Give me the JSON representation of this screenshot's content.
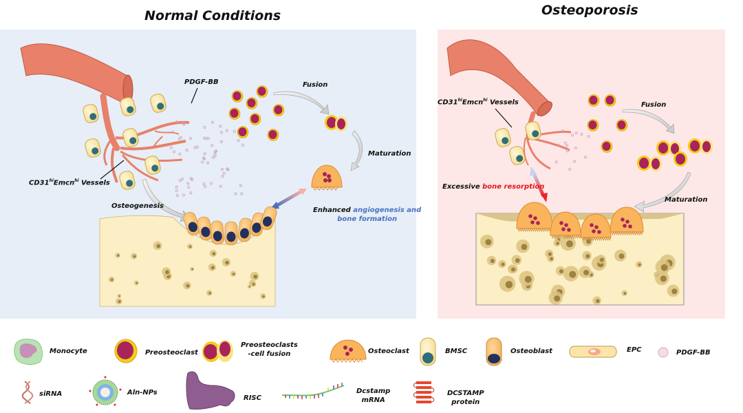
{
  "panels": {
    "normal": {
      "title": "Normal Conditions",
      "background": "#e7eef7",
      "labels": {
        "pdgf": "PDGF-BB",
        "fusion": "Fusion",
        "maturation": "Maturation",
        "vessels_pre": "CD31",
        "vessels_sup1": "hi",
        "vessels_mid": "Emcn",
        "vessels_sup2": "hi",
        "vessels_post": " Vessels",
        "osteogenesis": "Osteogenesis",
        "enhanced_black": "Enhanced ",
        "enhanced_blue1": "angiogenesis and",
        "enhanced_blue2": "bone formation"
      },
      "accent": "#4a72c4"
    },
    "osteoporosis": {
      "title": "Osteoporosis",
      "background": "#fde8e7",
      "labels": {
        "vessels_pre": "CD31",
        "vessels_sup1": "hi",
        "vessels_mid": "Emcn",
        "vessels_sup2": "hi",
        "vessels_post": " Vessels",
        "fusion": "Fusion",
        "maturation": "Maturation",
        "excessive_black": "Excessive ",
        "excessive_red": "bone resorption"
      },
      "accent": "#e8141a"
    }
  },
  "legend": {
    "row1": [
      {
        "icon": "monocyte-icon",
        "label": "Monocyte"
      },
      {
        "icon": "preosteoclast-icon",
        "label": "Preosteoclast"
      },
      {
        "icon": "preosteoclast-fusion-icon",
        "label": "Preosteoclasts",
        "label2": "-cell fusion"
      },
      {
        "icon": "osteoclast-icon",
        "label": "Osteoclast"
      },
      {
        "icon": "bmsc-icon",
        "label": "BMSC"
      },
      {
        "icon": "osteoblast-icon",
        "label": "Osteoblast"
      },
      {
        "icon": "epc-icon",
        "label": "EPC"
      },
      {
        "icon": "pdgf-bb-icon",
        "label": "PDGF-BB"
      }
    ],
    "row2": [
      {
        "icon": "sirna-icon",
        "label": "siRNA"
      },
      {
        "icon": "aln-nps-icon",
        "label": "Aln-NPs"
      },
      {
        "icon": "risc-icon",
        "label": "RISC"
      },
      {
        "icon": "dcstamp-mrna-icon",
        "label": "Dcstamp",
        "label2": "mRNA"
      },
      {
        "icon": "dcstamp-protein-icon",
        "label": "DCSTAMP",
        "label2": "protein"
      }
    ]
  },
  "colors": {
    "vessel": "#e8806a",
    "bone": "#fcefc6",
    "bmsc_nucleus": "#2f6d7a",
    "osteoblast_nucleus": "#22305e",
    "osteoclast": "#f9b45c",
    "preosteoclast_nucleus": "#a8245a",
    "preosteoclast_rim": "#f5cc17"
  }
}
